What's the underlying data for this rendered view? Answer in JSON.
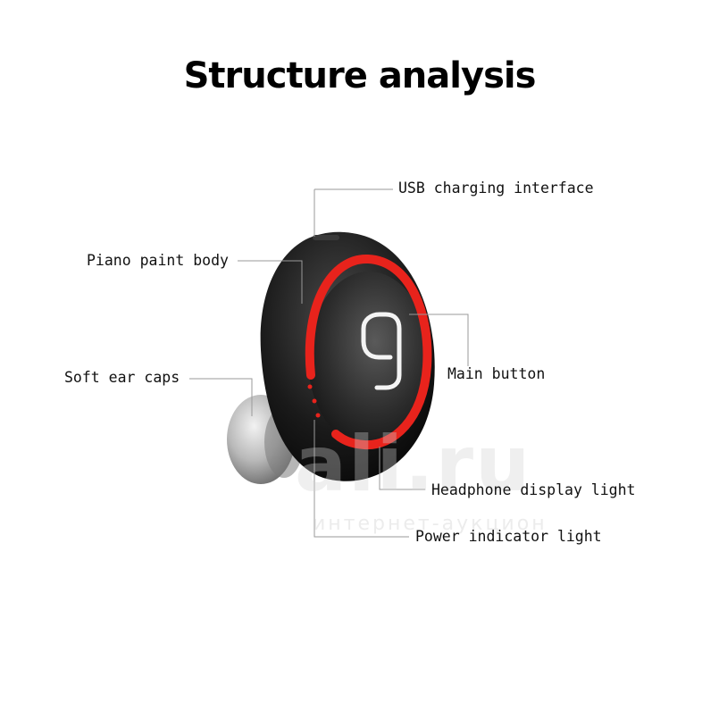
{
  "title": "Structure analysis",
  "callouts": {
    "usb": "USB charging interface",
    "body": "Piano paint body",
    "caps": "Soft ear caps",
    "main": "Main button",
    "display": "Headphone display light",
    "power": "Power indicator light"
  },
  "watermark": {
    "text": "ali.ru",
    "subtext": "интернет-аукцион"
  },
  "colors": {
    "ring": "#e8231c",
    "shell": "#141414",
    "leader": "#9a9a9a"
  }
}
